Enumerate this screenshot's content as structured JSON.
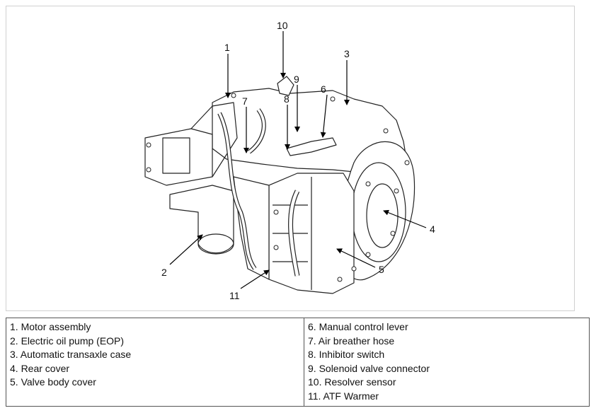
{
  "callouts": [
    "1",
    "2",
    "3",
    "4",
    "5",
    "6",
    "7",
    "8",
    "9",
    "10",
    "11"
  ],
  "legend": {
    "left": [
      "1. Motor assembly",
      "2. Electric oil pump (EOP)",
      "3. Automatic transaxle case",
      "4. Rear cover",
      "5. Valve body cover"
    ],
    "right": [
      "6. Manual control lever",
      "7. Air breather hose",
      "8. Inhibitor switch",
      "9. Solenoid valve connector",
      "10. Resolver sensor",
      "11. ATF Warmer"
    ]
  }
}
